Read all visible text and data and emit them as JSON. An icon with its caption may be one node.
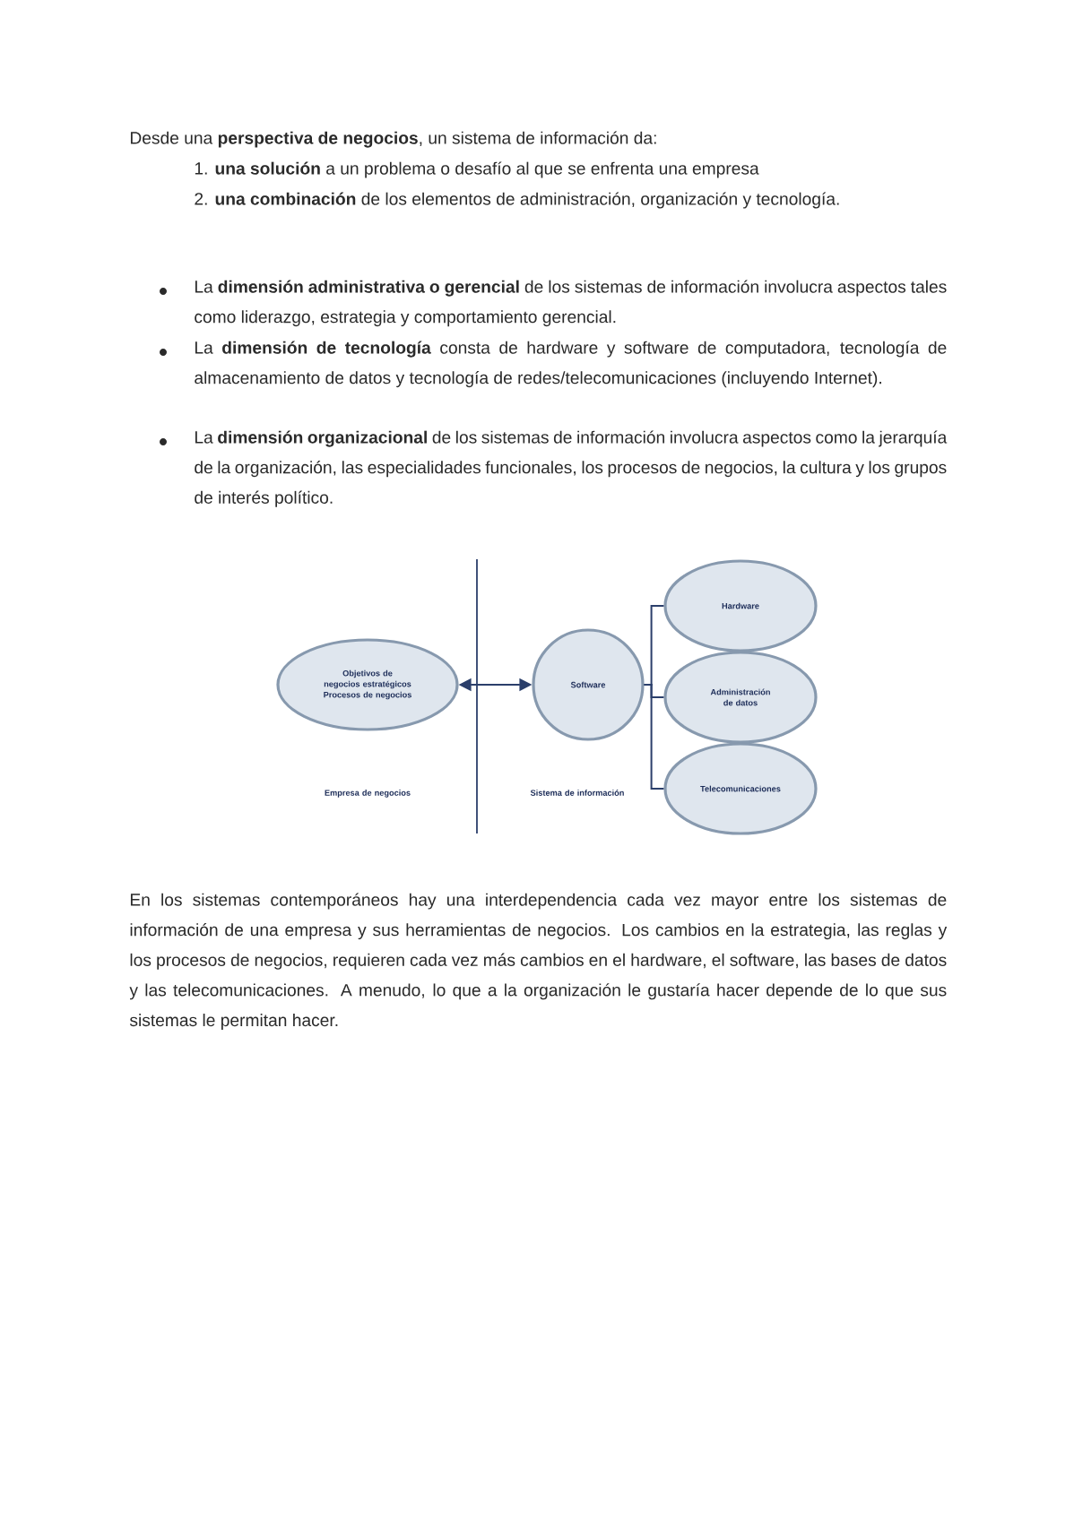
{
  "diagram": {
    "nodes": [
      {
        "text": [
          "Objetivos de negocios estratégicos Procesos de negocios"
        ]
      },
      {
        "text": [
          "Software"
        ]
      },
      {
        "text": [
          "Hardware"
        ]
      },
      {
        "text": [
          "Administración de datos"
        ]
      },
      {
        "text": [
          "Telecomunicaciones"
        ]
      }
    ],
    "edges": [
      {
        "from": 0,
        "to": 1,
        "arrow": "both"
      },
      {
        "from": 1,
        "to": 2,
        "arrow": "none"
      },
      {
        "from": 1,
        "to": 3,
        "arrow": "none"
      },
      {
        "from": 1,
        "to": 4,
        "arrow": "none"
      }
    ],
    "labels": [
      "Desde una **perspectiva de negocios**, un sistema de información da:",
      "1. **una solución** a un problema o desafío al que se enfrenta una empresa",
      "2. **una combinación** de los elementos de administración, organización y tecnología.",
      "La **dimensión administrativa o gerencial** de los sistemas de información involucra aspectos tales como liderazgo, estrategia y comportamiento gerencial.",
      "La **dimensión de tecnología** consta de hardware y software de computadora, tecnología de almacenamiento de datos y tecnología de redes/telecomunicaciones (incluyendo Internet).",
      "La **dimensión organizacional** de los sistemas de información involucra aspectos como la jerarquía de la organización, las especialidades funcionales, los procesos de negocios, la cultura y los grupos de interés político.",
      "Empresa de negocios",
      "Sistema de información",
      "En los sistemas contemporáneos hay una interdependencia cada vez mayor entre los sistemas de información de una empresa y sus herramientas de negocios. Los cambios en la estrategia, las reglas y los procesos de negocios, requieren cada vez más cambios en el hardware, el software, las bases de datos y las telecomunicaciones. A menudo, lo que a la organización le gustaría hacer depende de lo que sus sistemas le permitan hacer."
    ]
  }
}
